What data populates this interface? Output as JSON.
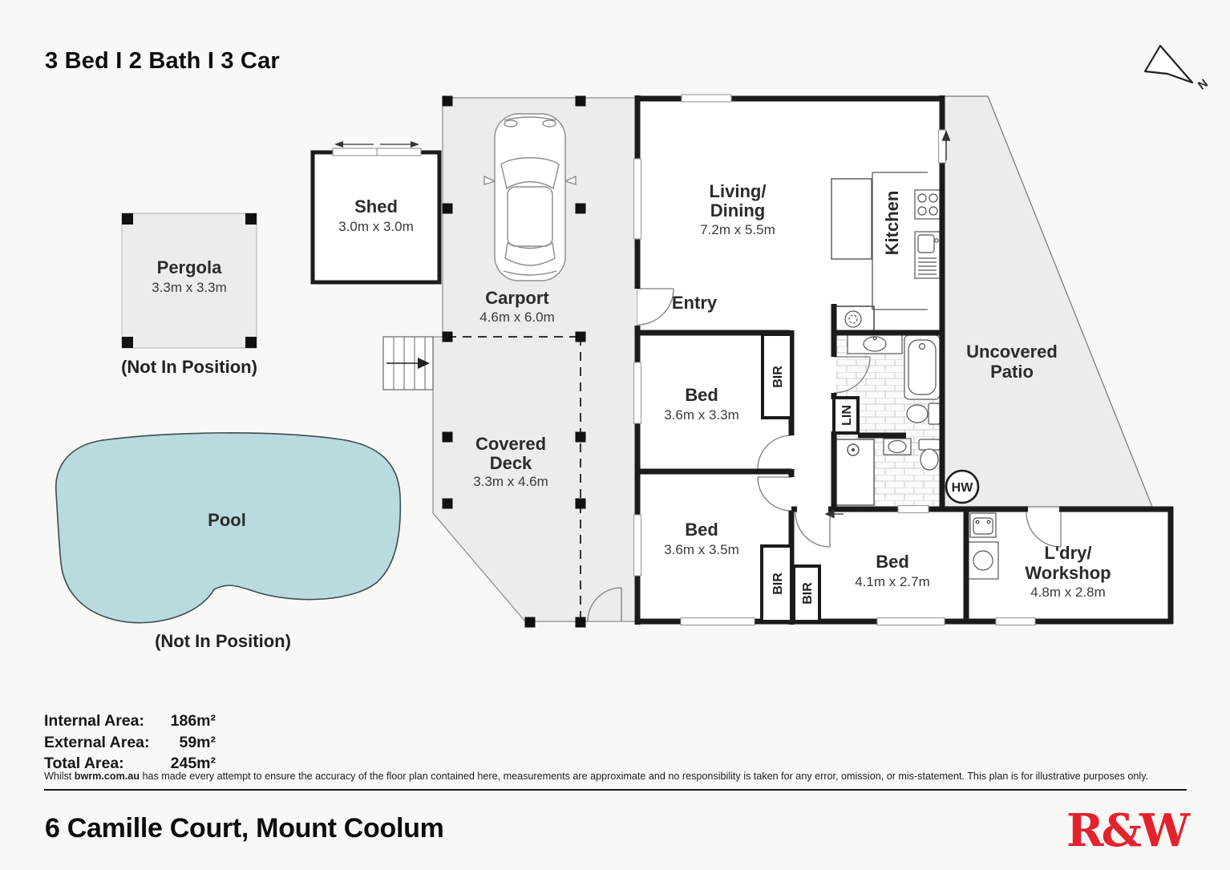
{
  "page": {
    "title": "3 Bed I 2 Bath I 3 Car"
  },
  "compass": {
    "north_label": "N"
  },
  "plan": {
    "pergola": {
      "name": "Pergola",
      "dims": "3.3m x 3.3m",
      "note": "(Not In Position)"
    },
    "shed": {
      "name": "Shed",
      "dims": "3.0m x 3.0m"
    },
    "carport": {
      "name": "Carport",
      "dims": "4.6m x 6.0m"
    },
    "covered_deck": {
      "name_line1": "Covered",
      "name_line2": "Deck",
      "dims": "3.3m x 4.6m"
    },
    "living_dining": {
      "name_line1": "Living/",
      "name_line2": "Dining",
      "dims": "7.2m x 5.5m"
    },
    "entry": {
      "name": "Entry"
    },
    "kitchen": {
      "name": "Kitchen"
    },
    "uncovered_patio": {
      "name_line1": "Uncovered",
      "name_line2": "Patio"
    },
    "bed1": {
      "name": "Bed",
      "dims": "3.6m x 3.3m"
    },
    "bed2": {
      "name": "Bed",
      "dims": "3.6m x 3.5m"
    },
    "bed3": {
      "name": "Bed",
      "dims": "4.1m x 2.7m"
    },
    "laundry": {
      "name_line1": "L'dry/",
      "name_line2": "Workshop",
      "dims": "4.8m x 2.8m"
    },
    "pool": {
      "name": "Pool",
      "note": "(Not In Position)"
    },
    "closets": {
      "bir": "BIR",
      "lin": "LIN"
    },
    "hot_water": "HW"
  },
  "areas": {
    "internal": {
      "label": "Internal Area:",
      "value": "186m²"
    },
    "external": {
      "label": "External Area:",
      "value": "59m²"
    },
    "total": {
      "label": "Total Area:",
      "value": "245m²"
    }
  },
  "disclaimer": {
    "prefix": "Whilst ",
    "brand": "bwrm.com.au",
    "rest": " has made every attempt to ensure the accuracy of the floor plan contained here, measurements are approximate and no responsibility is taken for any error, omission, or mis-statement. This plan is for illustrative purposes only."
  },
  "footer": {
    "address": "6 Camille Court, Mount Coolum",
    "brand": "R&W"
  },
  "colors": {
    "wall": "#1b1b1b",
    "area_fill": "#ececec",
    "pool_fill": "#b9dade",
    "brand_red": "#e2232e"
  }
}
